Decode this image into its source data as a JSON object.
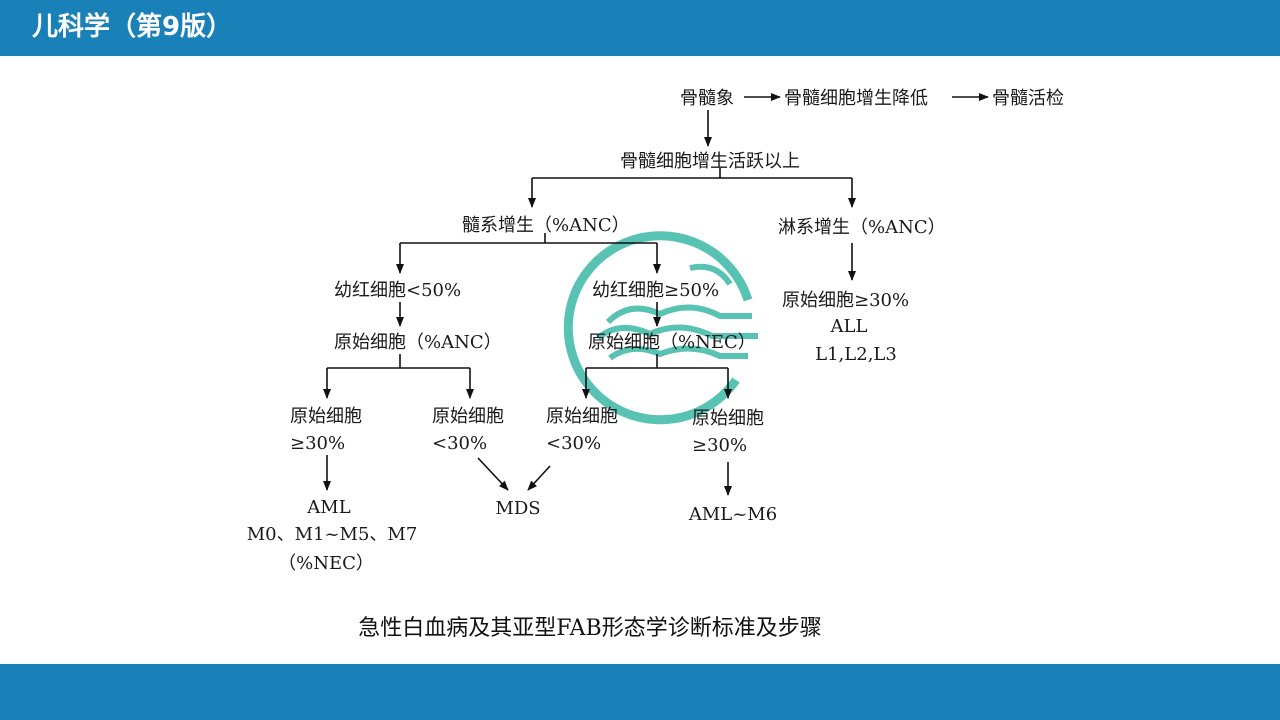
{
  "slide": {
    "title": "儿科学（第9版）",
    "caption": "急性白血病及其亚型FAB形态学诊断标准及步骤"
  },
  "colors": {
    "header": "#1a80b8",
    "footer": "#1a80b8",
    "watermark": "#3bb8a6",
    "line": "#111111"
  },
  "diagram": {
    "n_marrow_picture": "骨髓象",
    "n_hypoplasia": "骨髓细胞增生降低",
    "n_biopsy": "骨髓活检",
    "n_active": "骨髓细胞增生活跃以上",
    "n_myeloid": "髓系增生（%ANC）",
    "n_lymphoid": "淋系增生（%ANC）",
    "n_erythroid_lt": "幼红细胞<50%",
    "n_erythroid_ge": "幼红细胞≥50%",
    "n_blast_anc": "原始细胞（%ANC）",
    "n_blast_nec": "原始细胞（%NEC）",
    "n_lymph_blast": "原始细胞≥30%",
    "n_all": "ALL",
    "n_all_subtypes": "L1,L2,L3",
    "n_b1_l1": "原始细胞",
    "n_b1_l2": "≥30%",
    "n_b2_l1": "原始细胞",
    "n_b2_l2": "<30%",
    "n_b3_l1": "原始细胞",
    "n_b3_l2": "<30%",
    "n_b4_l1": "原始细胞",
    "n_b4_l2": "≥30%",
    "n_aml": "AML",
    "n_aml_subtypes": "M0、M1~M5、M7",
    "n_aml_nec": "（%NEC）",
    "n_mds": "MDS",
    "n_aml_m6": "AML~M6"
  }
}
